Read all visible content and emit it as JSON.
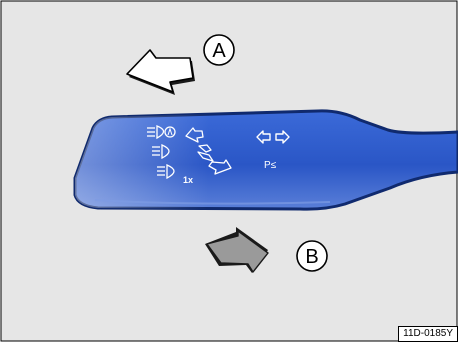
{
  "figure": {
    "background_color": "#e6e6e6",
    "lever_color": "#2a56c6",
    "lever_dark": "#1b3c94",
    "arrow_a_color": "#ffffff",
    "arrow_b_color": "#9a9a9a"
  },
  "callouts": {
    "a_label": "A",
    "b_label": "B"
  },
  "lever_symbols": {
    "subscript": "1x",
    "parking_light": "P≤"
  },
  "reference_code": "11D-0185Y"
}
